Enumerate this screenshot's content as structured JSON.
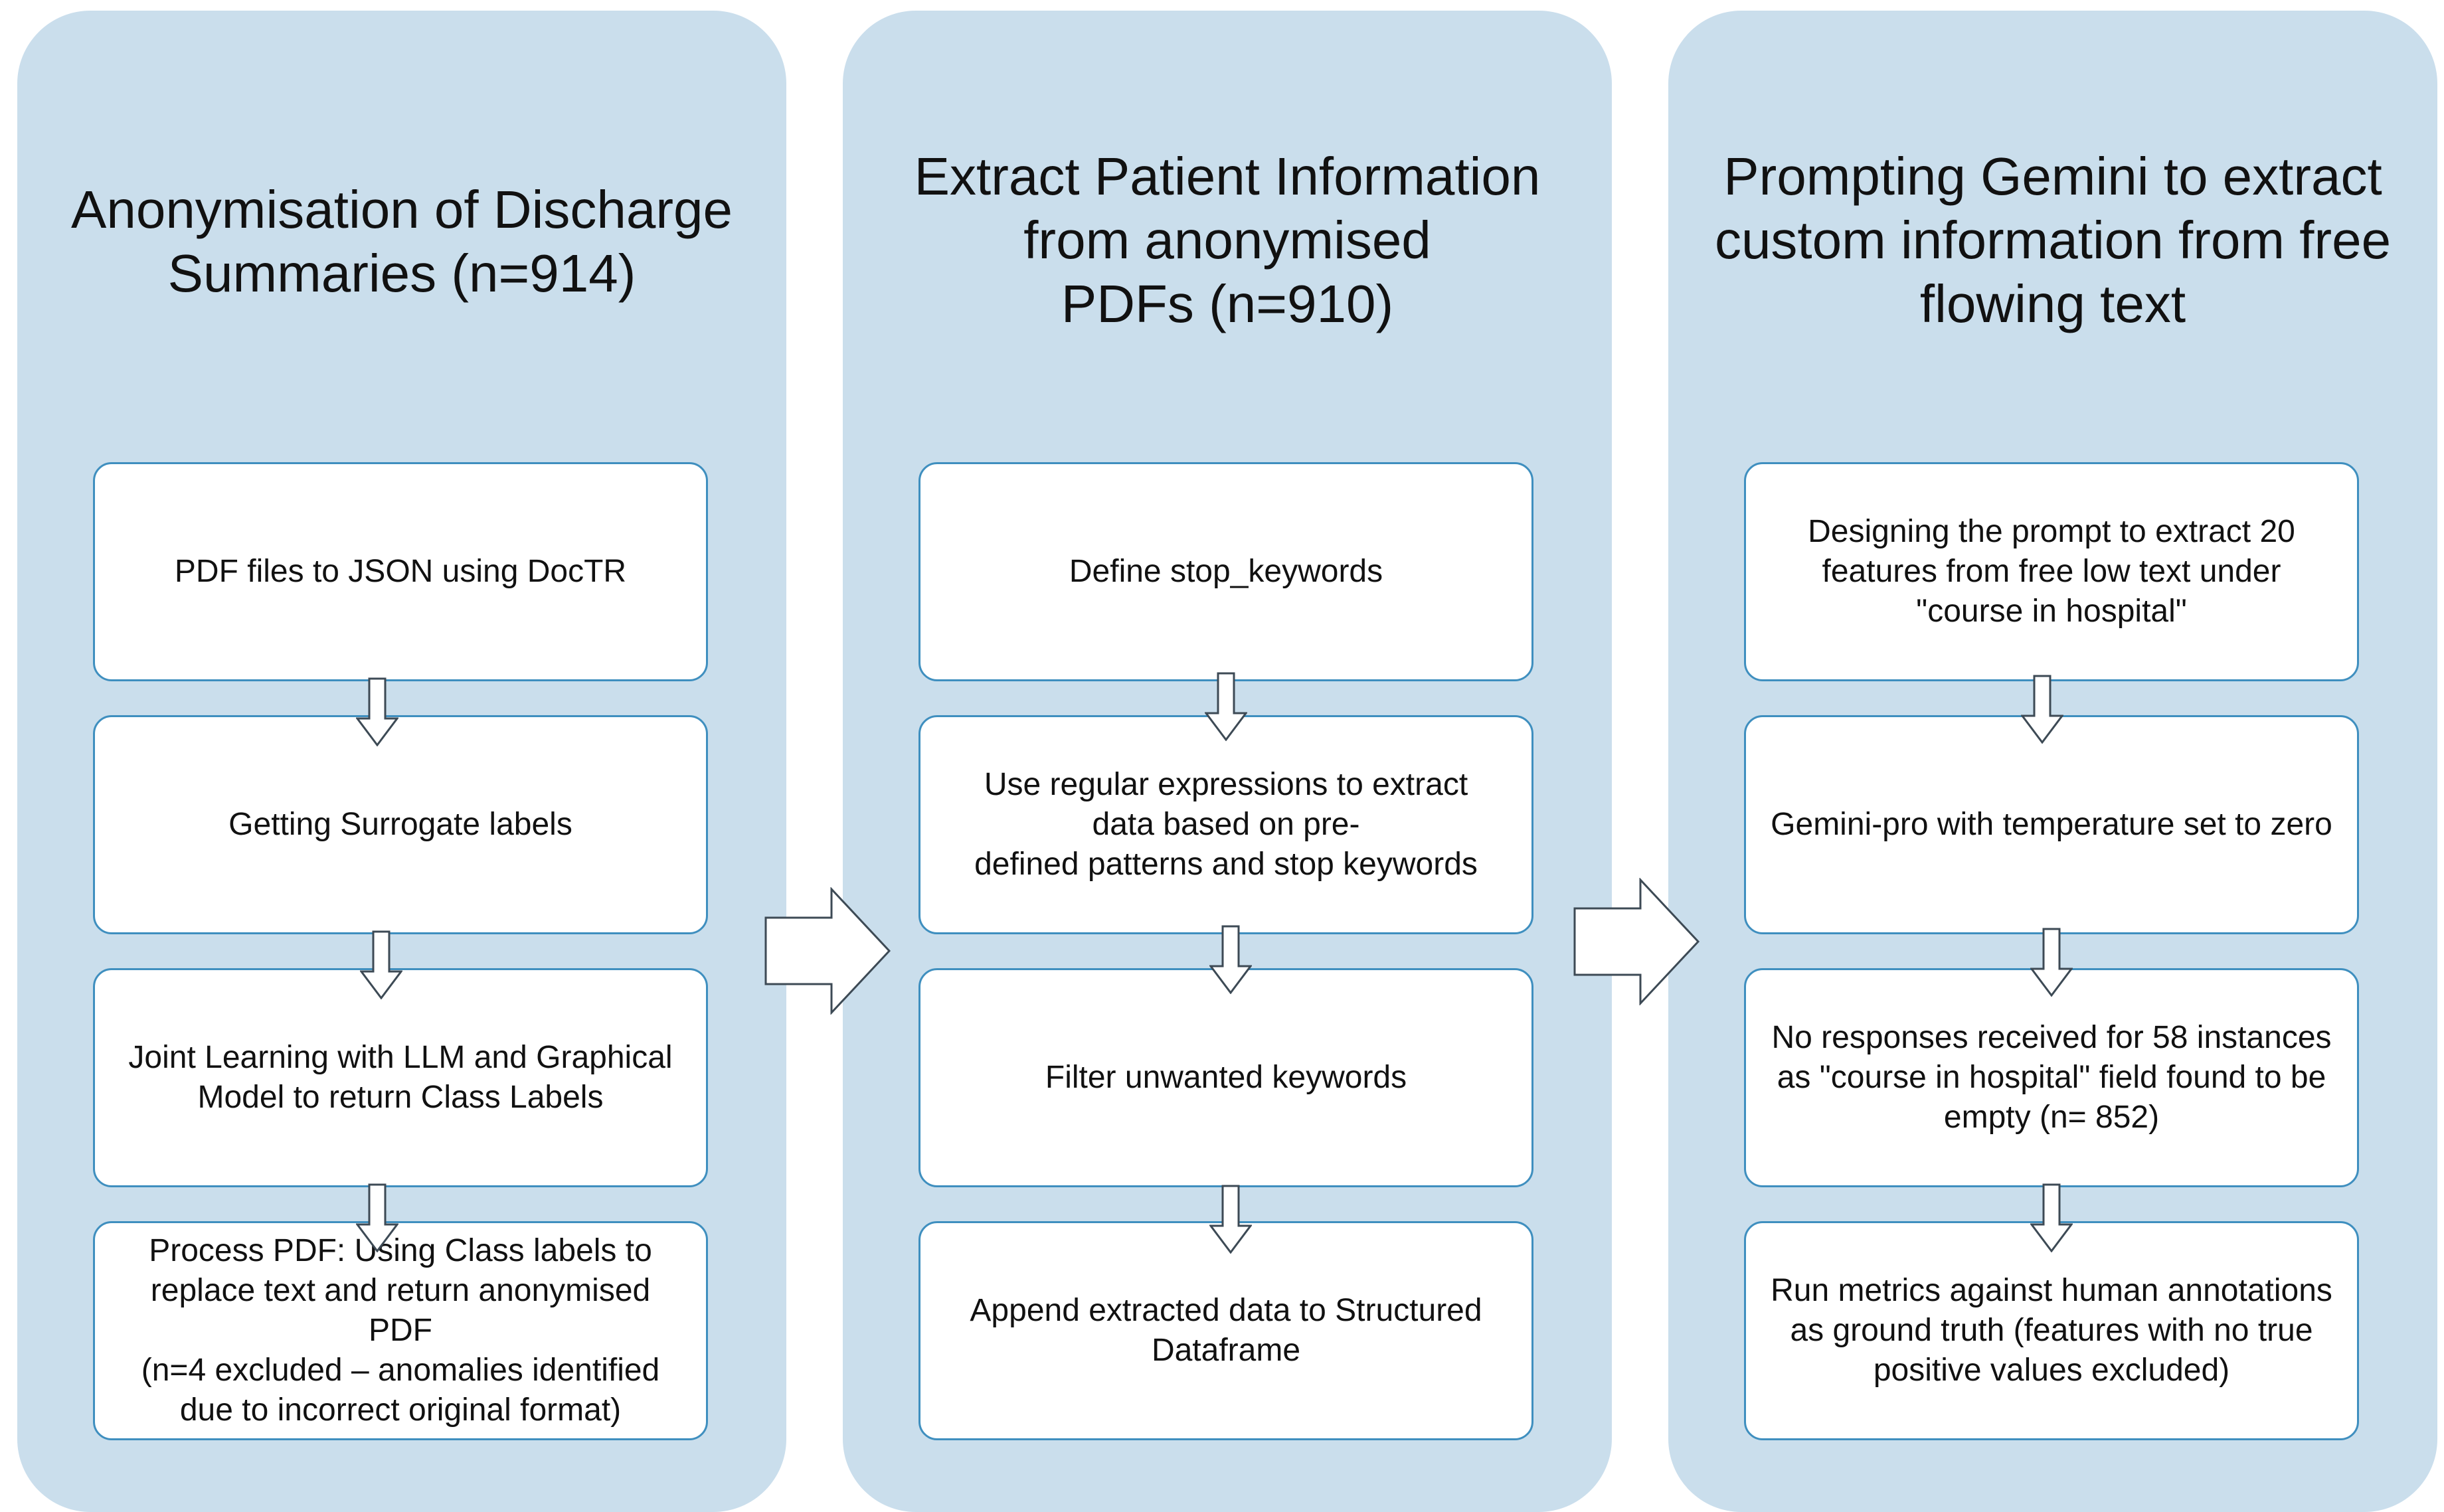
{
  "panels": [
    {
      "title": "Anonymisation of Discharge\nSummaries (n=914)",
      "steps": [
        "PDF files to JSON using DocTR",
        "Getting Surrogate labels",
        "Joint Learning with LLM and Graphical\nModel to return Class Labels",
        "Process PDF: Using Class labels to\nreplace text and return anonymised PDF\n(n=4 excluded – anomalies identified\ndue to incorrect original format)"
      ]
    },
    {
      "title": "Extract Patient Information\nfrom anonymised\nPDFs (n=910)",
      "steps": [
        "Define stop_keywords",
        "Use regular expressions to extract\ndata based on pre-\ndefined patterns and stop keywords",
        "Filter unwanted keywords",
        "Append extracted data to Structured\nDataframe"
      ]
    },
    {
      "title": "Prompting Gemini to extract\ncustom information from free\nflowing text",
      "steps": [
        "Designing the prompt to extract 20\nfeatures from free low text under\n\"course in hospital\"",
        "Gemini-pro with temperature set to zero",
        "No responses received for 58 instances\nas \"course in hospital\" field found to be\nempty (n= 852)",
        "Run metrics against human annotations\nas ground truth (features with no true\npositive values excluded)"
      ]
    }
  ],
  "colors": {
    "panel_fill": "#cadeec",
    "box_fill": "#ffffff",
    "box_border": "#3f8fbf",
    "arrow_stroke": "#3d4a55"
  }
}
